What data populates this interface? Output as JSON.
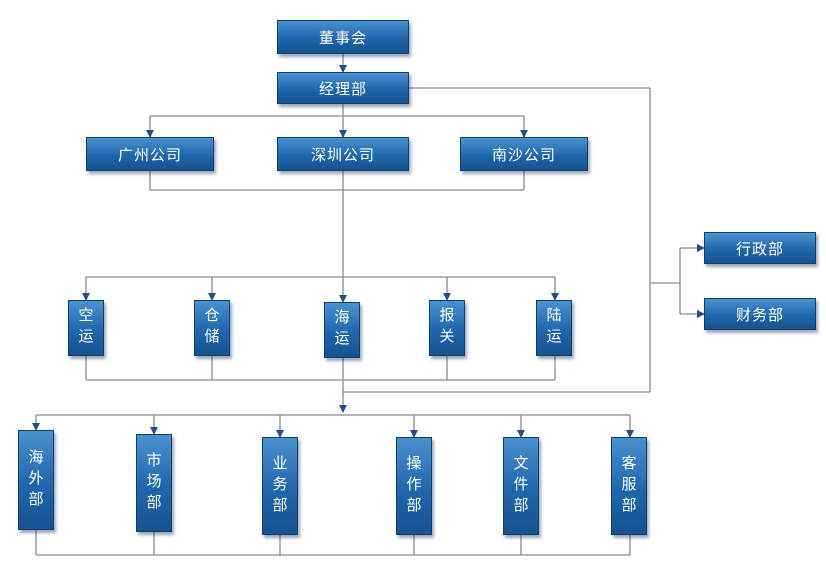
{
  "chart": {
    "root": "董事会",
    "manager": "经理部",
    "companies": [
      "广州公司",
      "深圳公司",
      "南沙公司"
    ],
    "services": [
      "空运",
      "仓储",
      "海运",
      "报关",
      "陆运"
    ],
    "departments": [
      "海外部",
      "市场部",
      "业务部",
      "操作部",
      "文件部",
      "客服部"
    ],
    "admin": [
      "行政部",
      "财务部"
    ]
  },
  "colors": {
    "box_top": "#4a91cf",
    "box_bottom": "#16528e",
    "connector": "#8a8a8a",
    "arrow": "#2b4a8a"
  }
}
